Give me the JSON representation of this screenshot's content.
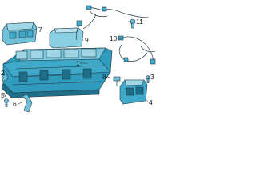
{
  "callouts": [
    {
      "id": "1",
      "text": "1"
    },
    {
      "id": "2",
      "text": "2"
    },
    {
      "id": "3",
      "text": "3"
    },
    {
      "id": "4",
      "text": "4"
    },
    {
      "id": "5",
      "text": "5"
    },
    {
      "id": "6",
      "text": "6"
    },
    {
      "id": "7",
      "text": "7"
    },
    {
      "id": "8",
      "text": "8"
    },
    {
      "id": "9",
      "text": "9"
    },
    {
      "id": "10",
      "text": "10"
    },
    {
      "id": "11",
      "text": "11"
    }
  ],
  "colors": {
    "part_fill": "#3fa9c9",
    "part_light": "#7cc7dd",
    "part_dark": "#1f6f8a",
    "outline": "#1f3a48",
    "background": "#ffffff"
  }
}
